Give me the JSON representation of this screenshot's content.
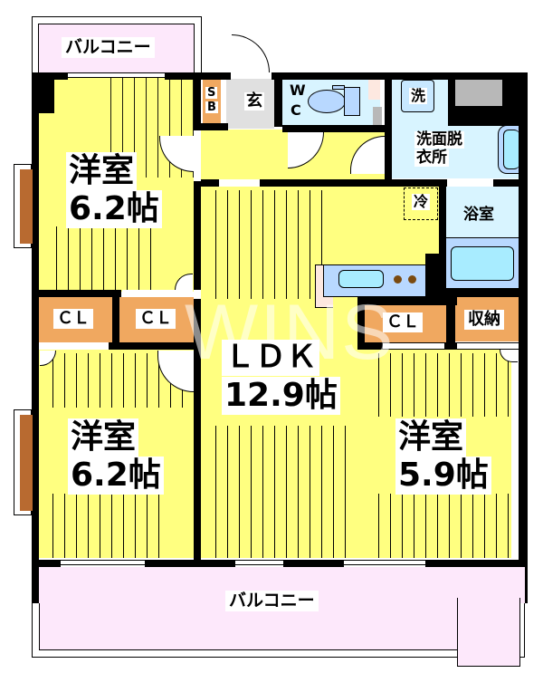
{
  "floorplan": {
    "watermark": "WINS",
    "colors": {
      "room_floor": "#ffff80",
      "balcony": "#fde8fb",
      "closet": "#f0a860",
      "wet_area": "#d8f4ff",
      "entrance": "#e0e0e0",
      "wall": "#000000",
      "window_frame": "#b87333"
    },
    "balcony_top": {
      "label": "バルコニー"
    },
    "balcony_bottom": {
      "label": "バルコニー"
    },
    "rooms": [
      {
        "id": "western-room-upper-left",
        "name": "洋室",
        "size": "6.2帖"
      },
      {
        "id": "western-room-lower-left",
        "name": "洋室",
        "size": "6.2帖"
      },
      {
        "id": "ldk",
        "name": "ＬＤＫ",
        "size": "12.9帖"
      },
      {
        "id": "western-room-right",
        "name": "洋室",
        "size": "5.9帖"
      }
    ],
    "closets": [
      {
        "id": "closet-left-1",
        "label": "ＣＬ"
      },
      {
        "id": "closet-left-2",
        "label": "ＣＬ"
      },
      {
        "id": "closet-right",
        "label": "ＣＬ"
      },
      {
        "id": "storage",
        "label": "収納"
      }
    ],
    "shoe_box": {
      "label_line1": "S",
      "label_line2": "B"
    },
    "entrance": {
      "label": "玄"
    },
    "toilet": {
      "label_line1": "W",
      "label_line2": "C"
    },
    "washing_machine": {
      "label": "洗"
    },
    "washroom": {
      "label_line1": "洗面脱",
      "label_line2": "衣所"
    },
    "refrigerator": {
      "label": "冷"
    },
    "bathroom": {
      "label": "浴室"
    }
  }
}
